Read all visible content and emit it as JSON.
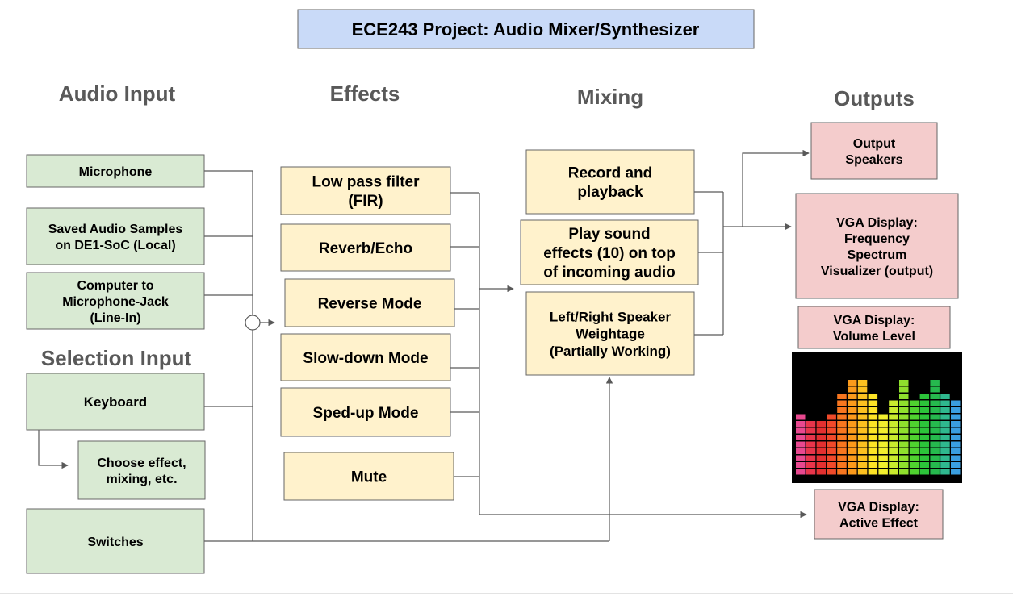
{
  "title": "ECE243 Project: Audio Mixer/Synthesizer",
  "colors": {
    "title_fill": "#c9daf8",
    "input_fill": "#d9ead3",
    "effect_fill": "#fff2cc",
    "output_fill": "#f4cccc",
    "border": "#666666",
    "line": "#595959",
    "heading": "#595959"
  },
  "headings": {
    "audio_input": "Audio Input",
    "effects": "Effects",
    "mixing": "Mixing",
    "outputs": "Outputs",
    "selection_input": "Selection Input"
  },
  "inputs": {
    "microphone": [
      "Microphone"
    ],
    "saved_samples": [
      "Saved Audio Samples",
      "on DE1-SoC (Local)"
    ],
    "computer_line_in": [
      "Computer to",
      "Microphone-Jack",
      "(Line-In)"
    ],
    "keyboard": [
      "Keyboard"
    ],
    "choose_effect": [
      "Choose effect,",
      "mixing, etc."
    ],
    "switches": [
      "Switches"
    ]
  },
  "effects": {
    "low_pass": [
      "Low pass filter",
      "(FIR)"
    ],
    "reverb": [
      "Reverb/Echo"
    ],
    "reverse": [
      "Reverse Mode"
    ],
    "slow_down": [
      "Slow-down Mode"
    ],
    "sped_up": [
      "Sped-up Mode"
    ],
    "mute": [
      "Mute"
    ]
  },
  "mixing": {
    "record_playback": [
      "Record and",
      "playback"
    ],
    "sound_effects": [
      "Play sound",
      "effects (10) on top",
      "of incoming audio"
    ],
    "speaker_weightage": [
      "Left/Right Speaker",
      "Weightage",
      "(Partially Working)"
    ]
  },
  "outputs": {
    "speakers": [
      "Output",
      "Speakers"
    ],
    "spectrum": [
      "VGA Display:",
      "Frequency",
      "Spectrum",
      "Visualizer (output)"
    ],
    "volume": [
      "VGA Display:",
      "Volume Level"
    ],
    "active_effect": [
      "VGA Display:",
      "Active Effect"
    ]
  },
  "equalizer_image": {
    "bar_levels": [
      0.32,
      0.28,
      0.28,
      0.32,
      0.4,
      0.48,
      0.48,
      0.4,
      0.32,
      0.36,
      0.48,
      0.36,
      0.4,
      0.48,
      0.4,
      0.36
    ]
  }
}
